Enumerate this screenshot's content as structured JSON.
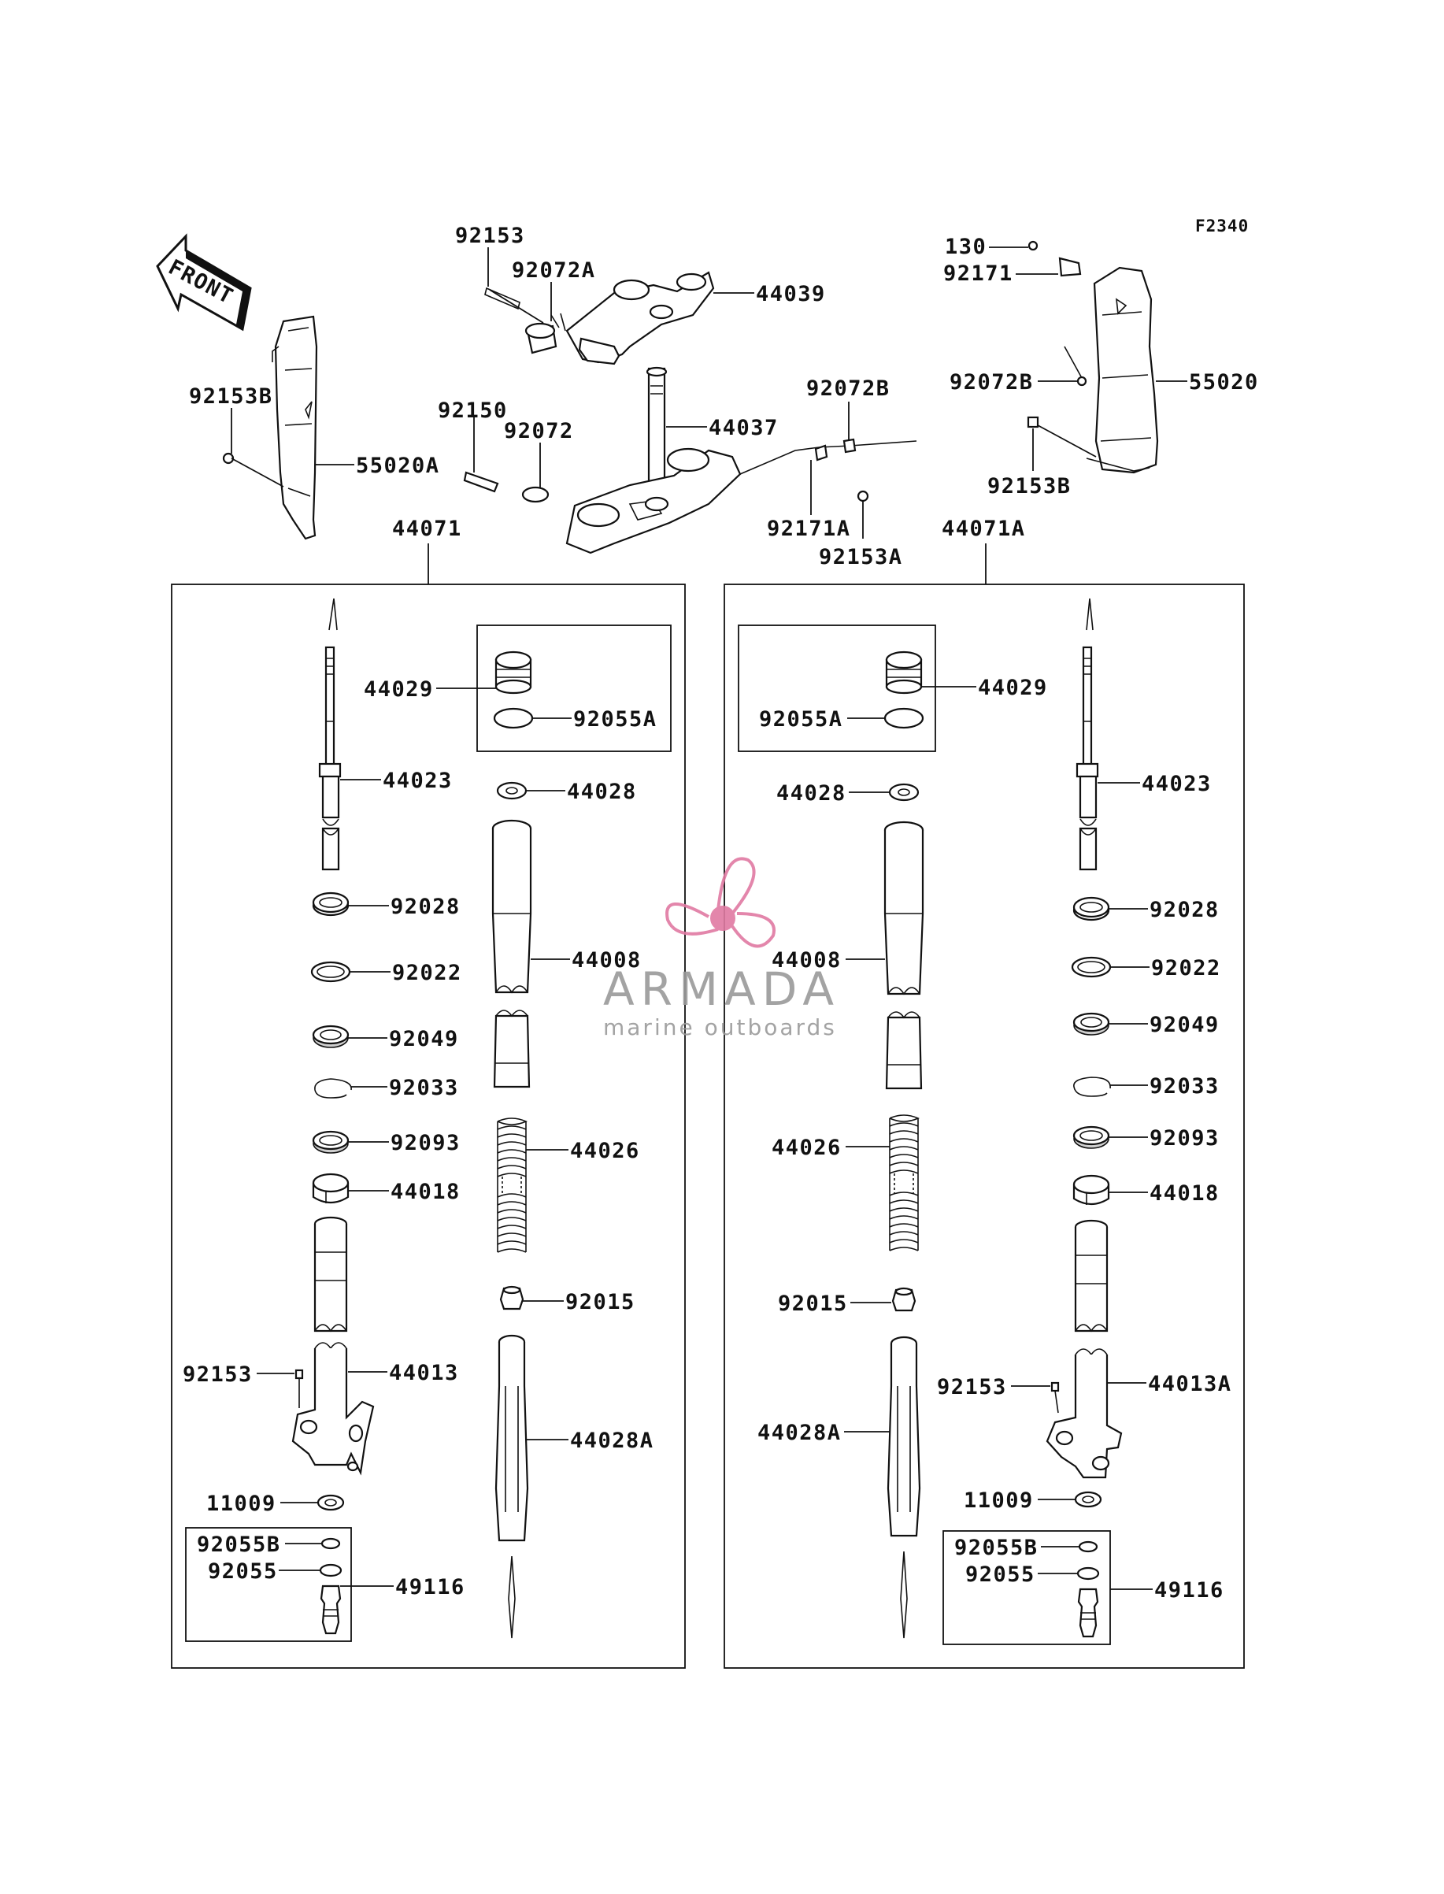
{
  "figure_code": "F2340",
  "front_label": "FRONT",
  "watermark": {
    "brand": "ARMADA",
    "tagline": "marine outboards",
    "accent_color": "#e07aa3",
    "text_color": "#9a9a9a"
  },
  "top_parts": {
    "p92153": "92153",
    "p92072A": "92072A",
    "p44039": "44039",
    "p92150": "92150",
    "p92072": "92072",
    "p44037": "44037",
    "p92072B_cable": "92072B",
    "p92171A": "92171A",
    "p92153A": "92153A",
    "p92153B_left": "92153B",
    "p55020A": "55020A",
    "p130": "130",
    "p92171": "92171",
    "p92072B_right": "92072B",
    "p55020": "55020",
    "p92153B_right": "92153B"
  },
  "left_fork": {
    "assembly": "44071",
    "cap": "44029",
    "cap_oring": "92055A",
    "rod": "44023",
    "washer": "44028",
    "inner_tube": "44008",
    "ring1": "92028",
    "ring2": "92022",
    "seal": "92049",
    "clip": "92033",
    "dust_seal": "92093",
    "bushing": "44018",
    "spring": "44026",
    "nut": "92015",
    "outer_tube": "44013",
    "bolt": "92153",
    "collar": "44028A",
    "gasket": "11009",
    "oring_b": "92055B",
    "oring": "92055",
    "adjuster": "49116"
  },
  "right_fork": {
    "assembly": "44071A",
    "cap": "44029",
    "cap_oring": "92055A",
    "rod": "44023",
    "washer": "44028",
    "inner_tube": "44008",
    "ring1": "92028",
    "ring2": "92022",
    "seal": "92049",
    "clip": "92033",
    "dust_seal": "92093",
    "bushing": "44018",
    "spring": "44026",
    "nut": "92015",
    "outer_tube": "44013A",
    "bolt": "92153",
    "collar": "44028A",
    "gasket": "11009",
    "oring_b": "92055B",
    "oring": "92055",
    "adjuster": "49116"
  }
}
